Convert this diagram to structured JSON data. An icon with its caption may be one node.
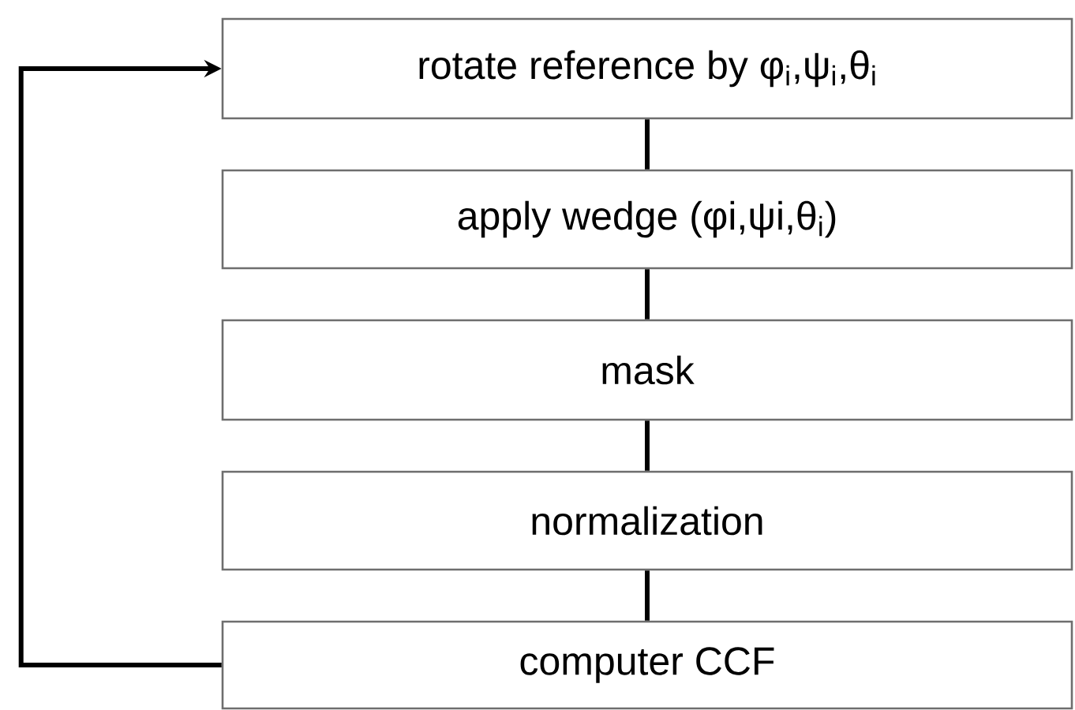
{
  "diagram": {
    "nodes": [
      {
        "text": [
          "rotate reference by φ$_{i}$,ψ$_{i}$,θ$_{i}$"
        ]
      },
      {
        "text": [
          "apply wedge (φi,ψi,θ$_{i}$)"
        ]
      },
      {
        "text": [
          "mask"
        ]
      },
      {
        "text": [
          "normalization"
        ]
      },
      {
        "text": [
          "computer CCF"
        ]
      }
    ],
    "edges": [
      {
        "from": 0,
        "to": 1,
        "arrow": "none"
      },
      {
        "from": 1,
        "to": 2,
        "arrow": "none"
      },
      {
        "from": 2,
        "to": 3,
        "arrow": "none"
      },
      {
        "from": 3,
        "to": 4,
        "arrow": "none"
      },
      {
        "from": 4,
        "to": 0,
        "arrow": "to"
      }
    ]
  }
}
